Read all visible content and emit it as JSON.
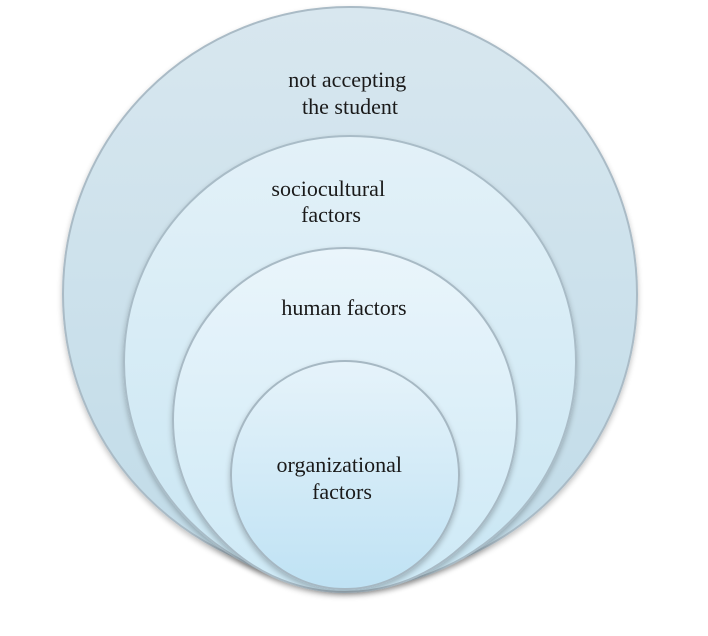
{
  "diagram": {
    "type": "nested-circles",
    "circles": [
      {
        "id": "outer",
        "lines": [
          "not accepting",
          "the student"
        ]
      },
      {
        "id": "second",
        "lines": [
          "sociocultural",
          "factors"
        ]
      },
      {
        "id": "third",
        "lines": [
          "human factors"
        ]
      },
      {
        "id": "inner",
        "lines": [
          "organizational",
          "factors"
        ]
      }
    ]
  }
}
